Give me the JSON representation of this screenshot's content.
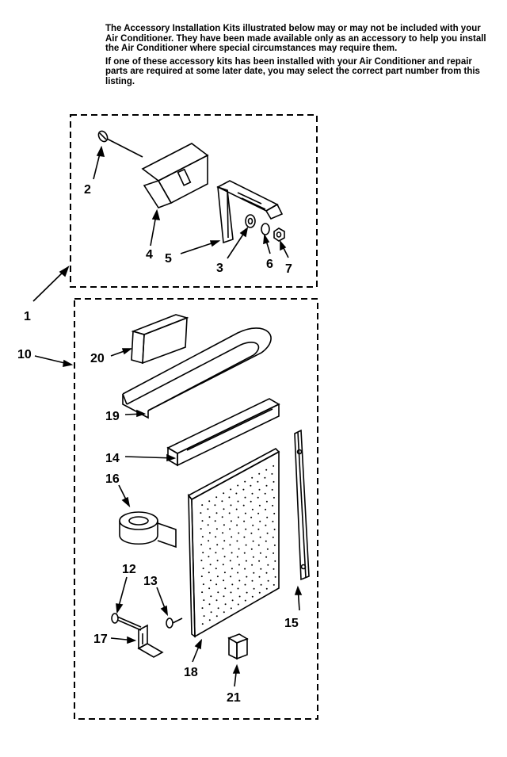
{
  "intro": {
    "paragraph1": "The Accessory Installation Kits illustrated below may or may not be included with your Air Conditioner. They have been made available only as an accessory to help you install the Air Conditioner where special circumstances may require them.",
    "paragraph2": "If one of these accessory kits has been installed with your Air Conditioner and repair parts are required at some later date, you may select the correct part number from this listing."
  },
  "callouts": {
    "n1": "1",
    "n2": "2",
    "n3": "3",
    "n4": "4",
    "n5": "5",
    "n6": "6",
    "n7": "7",
    "n10": "10",
    "n12": "12",
    "n13": "13",
    "n14": "14",
    "n15": "15",
    "n16": "16",
    "n17": "17",
    "n18": "18",
    "n19": "19",
    "n20": "20",
    "n21": "21"
  }
}
